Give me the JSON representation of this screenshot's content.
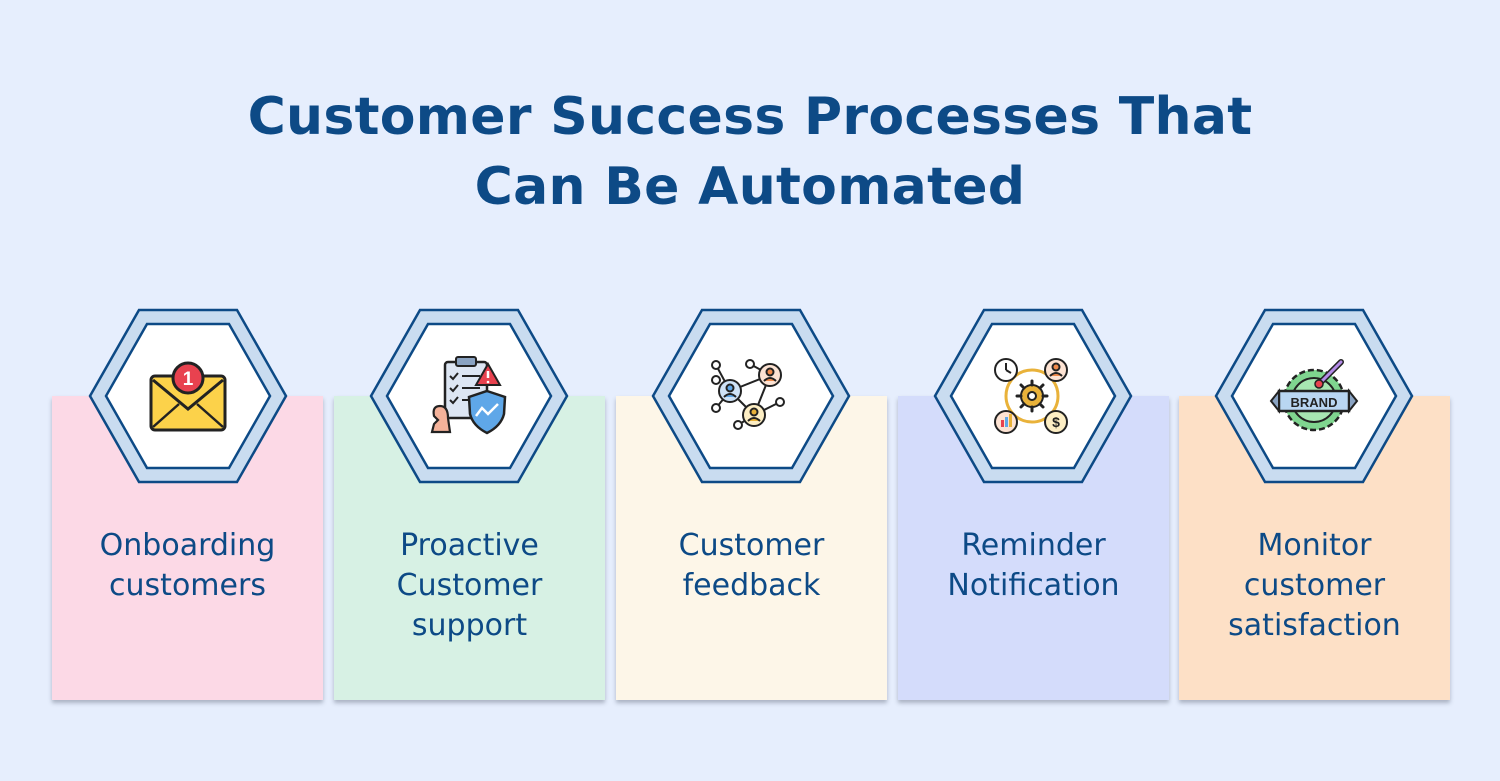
{
  "title": {
    "line1": "Customer Success Processes That",
    "line2": "Can Be Automated"
  },
  "steps": [
    {
      "lines": [
        "Onboarding",
        "customers"
      ],
      "icon": "envelope-notification-icon",
      "color": "#fcd9e6"
    },
    {
      "lines": [
        "Proactive",
        "Customer",
        "support"
      ],
      "icon": "checklist-shield-icon",
      "color": "#d7f1e4"
    },
    {
      "lines": [
        "Customer",
        "feedback"
      ],
      "icon": "network-people-icon",
      "color": "#fdf6e8"
    },
    {
      "lines": [
        "Reminder",
        "Notification"
      ],
      "icon": "gear-cycle-icon",
      "color": "#d4dcfb"
    },
    {
      "lines": [
        "Monitor",
        "customer",
        "satisfaction"
      ],
      "icon": "brand-badge-icon",
      "color": "#fde0c6"
    }
  ],
  "icon_texts": {
    "badge_number": "1",
    "brand": "BRAND"
  }
}
